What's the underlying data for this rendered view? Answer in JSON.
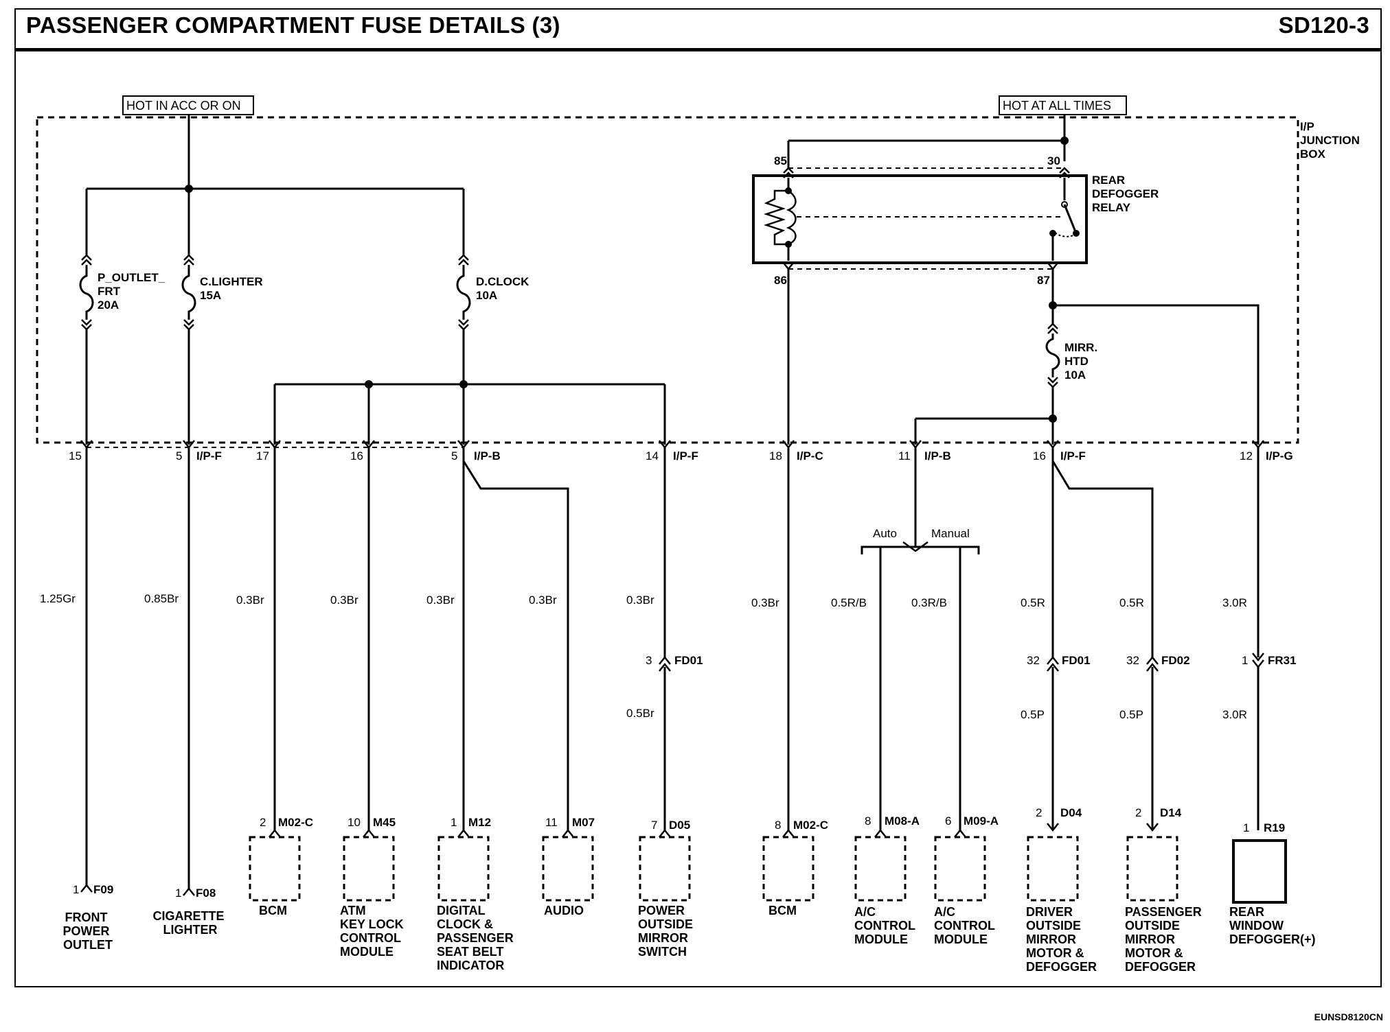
{
  "header": {
    "title": "PASSENGER COMPARTMENT FUSE DETAILS (3)",
    "code": "SD120-3",
    "doc_id": "EUNSD8120CN"
  },
  "power_sources": {
    "acc": "HOT IN ACC OR ON",
    "battery": "HOT AT ALL TIMES"
  },
  "junction_box": {
    "line1": "I/P",
    "line2": "JUNCTION",
    "line3": "BOX"
  },
  "fuses": [
    {
      "line1": "P_OUTLET_",
      "line2": "FRT",
      "line3": "20A"
    },
    {
      "line1": "C.LIGHTER",
      "line2": "15A"
    },
    {
      "line1": "D.CLOCK",
      "line2": "10A"
    },
    {
      "line1": "MIRR.",
      "line2": "HTD",
      "line3": "10A"
    }
  ],
  "relay": {
    "line1": "REAR",
    "line2": "DEFOGGER",
    "line3": "RELAY",
    "pins": [
      "85",
      "30",
      "86",
      "87"
    ]
  },
  "jb_pins": [
    {
      "num": "15",
      "conn": ""
    },
    {
      "num": "5",
      "conn": "I/P-F"
    },
    {
      "num": "17",
      "conn": ""
    },
    {
      "num": "16",
      "conn": ""
    },
    {
      "num": "5",
      "conn": "I/P-B"
    },
    {
      "num": "14",
      "conn": "I/P-F"
    },
    {
      "num": "18",
      "conn": "I/P-C"
    },
    {
      "num": "11",
      "conn": "I/P-B"
    },
    {
      "num": "16",
      "conn": "I/P-F"
    },
    {
      "num": "12",
      "conn": "I/P-G"
    }
  ],
  "wires": {
    "w1": "1.25Gr",
    "w2": "0.85Br",
    "w3": "0.3Br",
    "w4": "0.3Br",
    "w5": "0.3Br",
    "w6": "0.3Br",
    "w7": "0.3Br",
    "w7b": "0.5Br",
    "w8": "0.3Br",
    "w9": "0.5R/B",
    "w10": "0.3R/B",
    "w11": "0.5R",
    "w11b": "0.5P",
    "w12": "0.5R",
    "w12b": "0.5P",
    "w13": "3.0R",
    "w13b": "3.0R"
  },
  "split": {
    "auto": "Auto",
    "manual": "Manual"
  },
  "inline_connectors": [
    {
      "pin": "3",
      "name": "FD01"
    },
    {
      "pin": "32",
      "name": "FD01"
    },
    {
      "pin": "32",
      "name": "FD02"
    },
    {
      "pin": "1",
      "name": "FR31"
    }
  ],
  "components": [
    {
      "pin": "1",
      "conn": "F09",
      "lines": [
        "FRONT",
        "POWER",
        "OUTLET"
      ]
    },
    {
      "pin": "1",
      "conn": "F08",
      "lines": [
        "CIGARETTE",
        "LIGHTER"
      ]
    },
    {
      "pin": "2",
      "conn": "M02-C",
      "lines": [
        "BCM"
      ]
    },
    {
      "pin": "10",
      "conn": "M45",
      "lines": [
        "ATM",
        "KEY LOCK",
        "CONTROL",
        "MODULE"
      ]
    },
    {
      "pin": "1",
      "conn": "M12",
      "lines": [
        "DIGITAL",
        "CLOCK &",
        "PASSENGER",
        "SEAT BELT",
        "INDICATOR"
      ]
    },
    {
      "pin": "11",
      "conn": "M07",
      "lines": [
        "AUDIO"
      ]
    },
    {
      "pin": "7",
      "conn": "D05",
      "lines": [
        "POWER",
        "OUTSIDE",
        "MIRROR",
        "SWITCH"
      ]
    },
    {
      "pin": "8",
      "conn": "M02-C",
      "lines": [
        "BCM"
      ]
    },
    {
      "pin": "8",
      "conn": "M08-A",
      "lines": [
        "A/C",
        "CONTROL",
        "MODULE"
      ]
    },
    {
      "pin": "6",
      "conn": "M09-A",
      "lines": [
        "A/C",
        "CONTROL",
        "MODULE"
      ]
    },
    {
      "pin": "2",
      "conn": "D04",
      "lines": [
        "DRIVER",
        "OUTSIDE",
        "MIRROR",
        "MOTOR &",
        "DEFOGGER"
      ]
    },
    {
      "pin": "2",
      "conn": "D14",
      "lines": [
        "PASSENGER",
        "OUTSIDE",
        "MIRROR",
        "MOTOR &",
        "DEFOGGER"
      ]
    },
    {
      "pin": "1",
      "conn": "R19",
      "lines": [
        "REAR",
        "WINDOW",
        "DEFOGGER(+)"
      ]
    }
  ]
}
